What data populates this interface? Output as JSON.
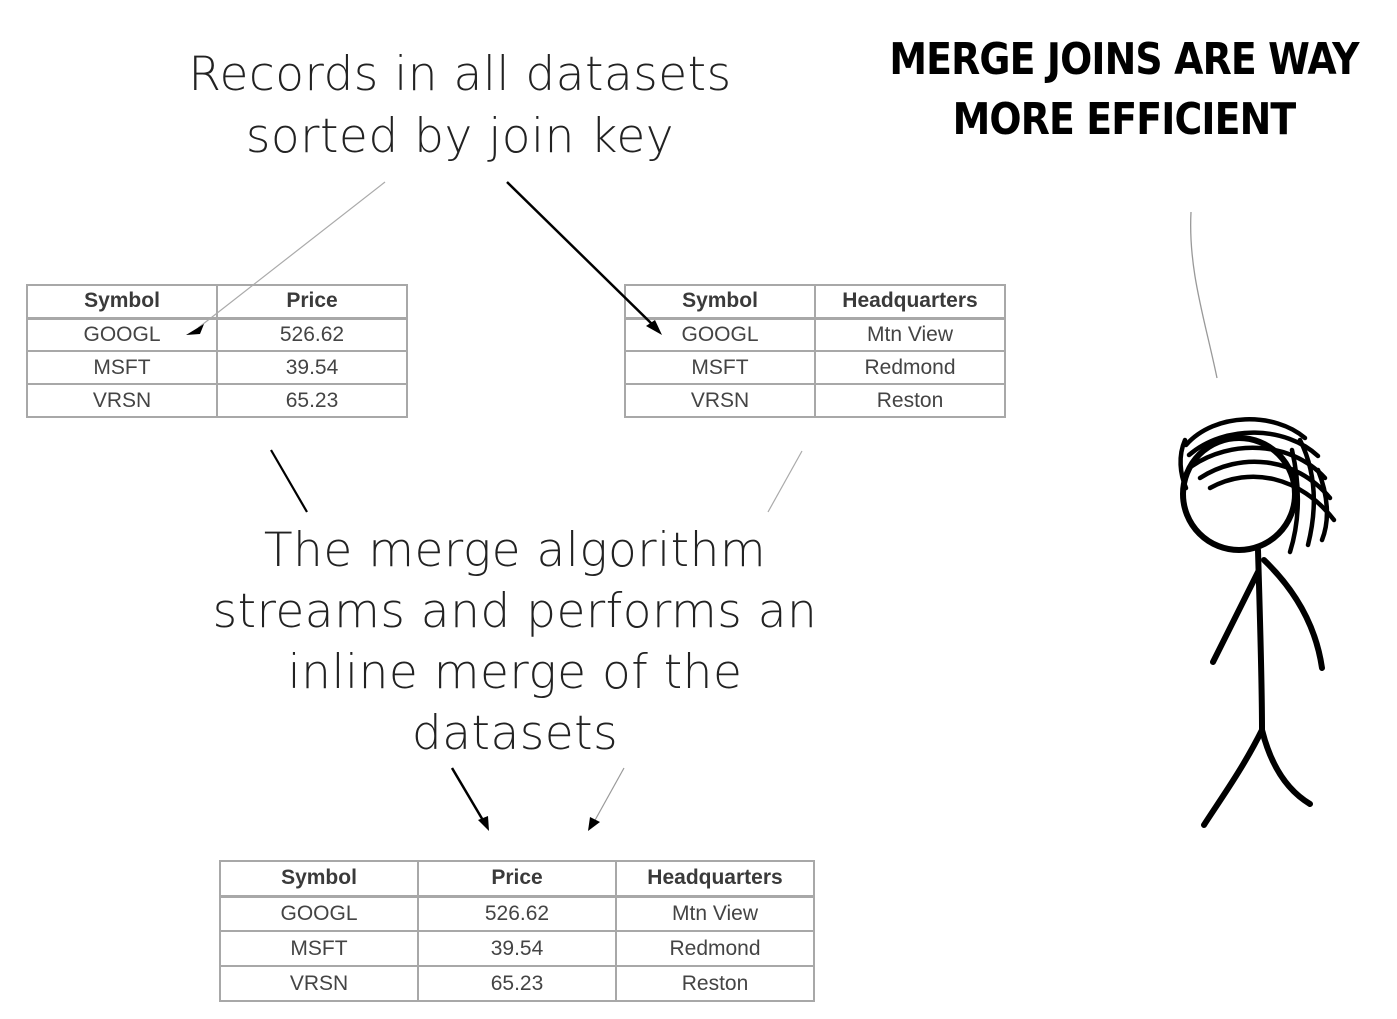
{
  "top_caption": [
    "Records in all datasets",
    "sorted by join key"
  ],
  "middle_caption": [
    "The merge algorithm",
    "streams and performs an",
    "inline merge of the",
    "datasets"
  ],
  "speech": [
    "MERGE JOINS ARE WAY",
    "MORE EFFICIENT"
  ],
  "table_prices": {
    "headers": [
      "Symbol",
      "Price"
    ],
    "rows": [
      [
        "GOOGL",
        "526.62"
      ],
      [
        "MSFT",
        "39.54"
      ],
      [
        "VRSN",
        "65.23"
      ]
    ]
  },
  "table_hq": {
    "headers": [
      "Symbol",
      "Headquarters"
    ],
    "rows": [
      [
        "GOOGL",
        "Mtn View"
      ],
      [
        "MSFT",
        "Redmond"
      ],
      [
        "VRSN",
        "Reston"
      ]
    ]
  },
  "table_merged": {
    "headers": [
      "Symbol",
      "Price",
      "Headquarters"
    ],
    "rows": [
      [
        "GOOGL",
        "526.62",
        "Mtn View"
      ],
      [
        "MSFT",
        "39.54",
        "Redmond"
      ],
      [
        "VRSN",
        "65.23",
        "Reston"
      ]
    ]
  }
}
